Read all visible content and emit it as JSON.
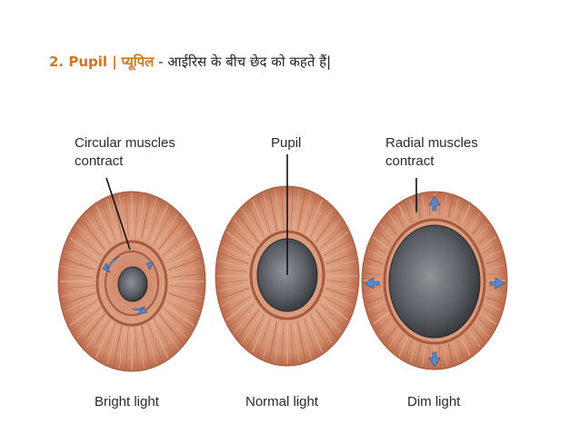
{
  "heading": {
    "number": "2. Pupil |",
    "hindi_term": "प्यूपिल",
    "separator": " - ",
    "description": "आईरिस के बीच छेद को कहते हैं|"
  },
  "diagram": {
    "panels": [
      {
        "id": "bright",
        "top_label_line1": "Circular muscles",
        "top_label_line2": "contract",
        "caption": "Bright light",
        "pupil_size": "small",
        "arrows": "circular"
      },
      {
        "id": "normal",
        "top_label_line1": "Pupil",
        "caption": "Normal light",
        "pupil_size": "medium"
      },
      {
        "id": "dim",
        "top_label_line1": "Radial muscles",
        "top_label_line2": "contract",
        "caption": "Dim light",
        "pupil_size": "large",
        "arrows": "radial"
      }
    ]
  },
  "colors": {
    "accent": "#d4741f",
    "iris_base": "#d99a7c",
    "iris_dark": "#b56647",
    "pupil_dark": "#3d3f44",
    "pupil_light": "#8a8d92",
    "arrow_blue": "#5b88c4"
  }
}
